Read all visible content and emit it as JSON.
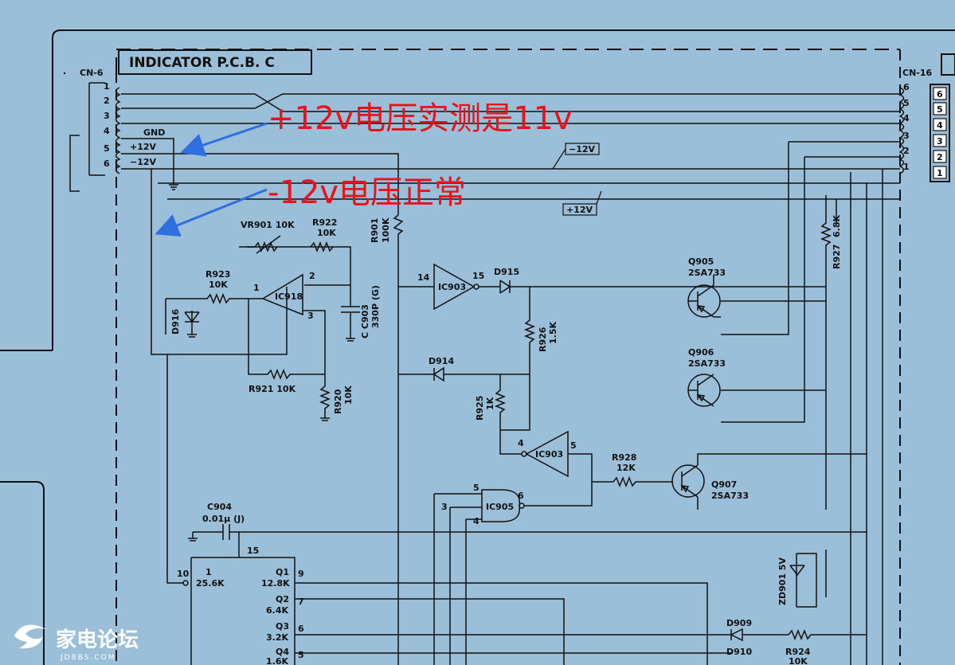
{
  "title": "INDICATOR P.C.B. C",
  "annotations": {
    "plus12": "+12v电压实测是11v",
    "minus12": "-12v电压正常"
  },
  "connectors": {
    "cn6": {
      "name": "CN-6",
      "pins": [
        "1",
        "2",
        "3",
        "4",
        "5",
        "6"
      ],
      "signals": [
        "GND",
        "+12V",
        "−12V"
      ]
    },
    "cn16": {
      "name": "CN-16",
      "pins": [
        "6",
        "5",
        "4",
        "3",
        "2",
        "1"
      ]
    }
  },
  "rails": {
    "neg": "−12V",
    "pos": "+12V"
  },
  "components": {
    "vr901": "VR901 10K",
    "r922": "R922",
    "r922v": "10K",
    "r923": "R923",
    "r923v": "10K",
    "r901": "R901",
    "r901v": "100K",
    "ic918": "IC918",
    "c903": "C C903",
    "c903v": "330P (G)",
    "d916": "D916",
    "r921": "R921 10K",
    "r920": "R920",
    "r920v": "10K",
    "ic903a": "IC903",
    "d915": "D915",
    "r926": "R926",
    "r926v": "1.5K",
    "d914": "D914",
    "r925": "R925",
    "r925v": "1K",
    "ic903b": "IC903",
    "r928": "R928",
    "r928v": "12K",
    "q905": "Q905",
    "q905v": "2SA733",
    "q906": "Q906",
    "q906v": "2SA733",
    "q907": "Q907",
    "q907v": "2SA733",
    "r927": "R927",
    "r927v": "6.8K",
    "ic905": "IC905",
    "c904": "C904",
    "c904v": "0.01μ (J)",
    "zd901": "ZD901 5V",
    "d909": "D909",
    "d910": "D910",
    "r924": "R924",
    "r924v": "10K"
  },
  "pin_numbers": {
    "ic918_in": "1",
    "ic918_out": "2",
    "ic918_p3": "3",
    "ic903a_in": "14",
    "ic903a_out": "15",
    "ic903b_in": "4",
    "ic903b_out": "5",
    "ic905_p5": "5",
    "ic905_p3": "3",
    "ic905_p4": "4",
    "ic905_out": "6",
    "counter_p15": "15",
    "counter_p10": "10",
    "counter_p1": "1",
    "counter_p9": "9",
    "counter_p7": "7",
    "counter_p6": "6",
    "counter_p5": "5"
  },
  "counter": {
    "in_freq": "25.6K",
    "outputs": [
      {
        "pin": "Q1",
        "freq": "12.8K"
      },
      {
        "pin": "Q2",
        "freq": "6.4K"
      },
      {
        "pin": "Q3",
        "freq": "3.2K"
      },
      {
        "pin": "Q4",
        "freq": "1.6K"
      }
    ]
  },
  "watermark": {
    "name": "家电论坛",
    "site": "JDBBS.COM"
  },
  "colors": {
    "background": "#9cbfd9",
    "ink": "#111111",
    "annotation": "#e8131a",
    "arrow": "#2f6fe0"
  }
}
